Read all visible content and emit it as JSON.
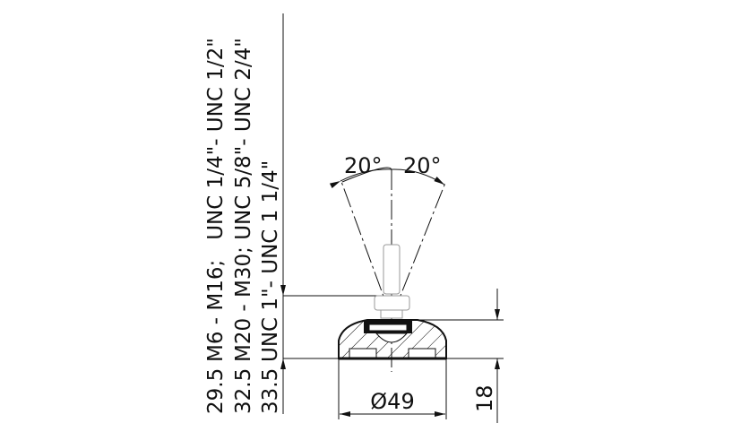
{
  "thread_specs": [
    {
      "height": "29.5",
      "label": "M6 - M16;   UNC 1/4\"- UNC 1/2\""
    },
    {
      "height": "32.5",
      "label": "M20 - M30; UNC 5/8\"- UNC 2/4\""
    },
    {
      "height": "33.5",
      "label": "UNC 1\"- UNC 1 1/4\""
    }
  ],
  "angles": {
    "left": "20°",
    "right": "20°"
  },
  "dimensions": {
    "diameter": "Ø49",
    "height": "18"
  }
}
